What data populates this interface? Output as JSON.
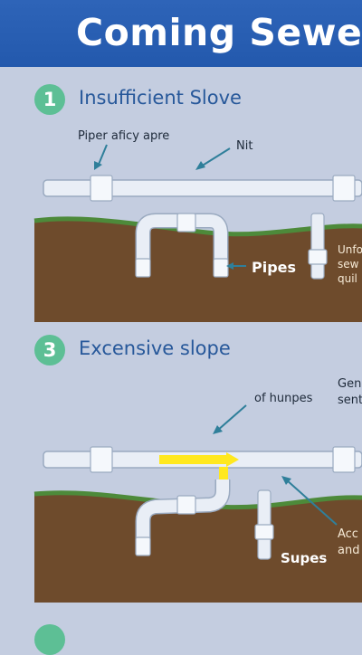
{
  "header": {
    "title": "Coming Sewer"
  },
  "sections": [
    {
      "number": "1",
      "title": "Insufficient Slove",
      "labels": {
        "top_left": "Piper aficy apre",
        "top_right": "Nit",
        "pipe_label": "Pipes",
        "edge_lines": [
          "Unfo",
          "sew",
          "quil"
        ]
      }
    },
    {
      "number": "3",
      "title": "Excensive slope",
      "labels": {
        "top_mid": "of hunpes",
        "top_right_lines": [
          "Gen",
          "sent"
        ],
        "pipe_label": "Supes",
        "edge_lines": [
          "Acc",
          "and"
        ]
      }
    }
  ],
  "colors": {
    "header": "#2e64b8",
    "badge": "#5dbf95",
    "soil": "#6e4b2c",
    "grass": "#4d8a3a",
    "pipe": "#e9eef6",
    "arrow": "#ffe81f",
    "callout": "#2f7f9a"
  }
}
